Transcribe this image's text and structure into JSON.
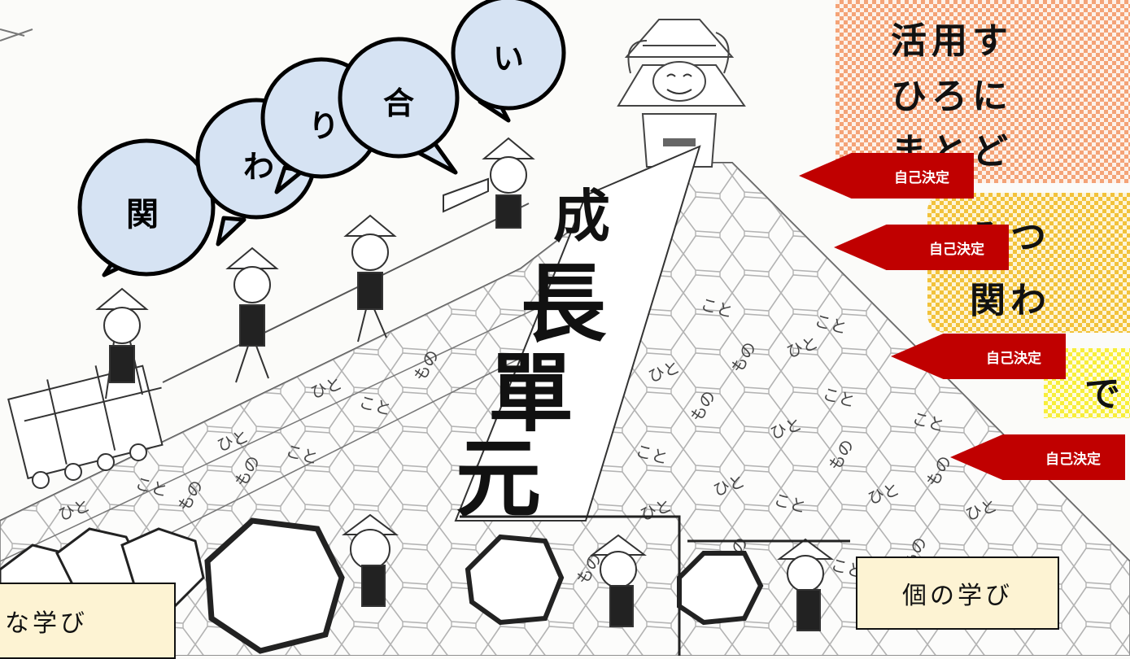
{
  "speech_bubbles": [
    "関",
    "わ",
    "り",
    "合",
    "い"
  ],
  "banner_chars": [
    "成",
    "長",
    "單",
    "元"
  ],
  "stones": [
    "ひと",
    "こと",
    "もの",
    "ひと",
    "こと",
    "もの",
    "ひと",
    "こと",
    "もの",
    "ひと",
    "こと",
    "もの",
    "ひと",
    "こと",
    "もの",
    "ひと",
    "こと",
    "もの",
    "ひと",
    "こと",
    "もの",
    "ひと",
    "こと",
    "もの",
    "ひと",
    "こと",
    "もの",
    "ひと",
    "こと",
    "もの"
  ],
  "panels": {
    "top": [
      "活用す",
      "ひろに",
      "まとど"
    ],
    "middle": [
      "みつ",
      "関わ"
    ],
    "bottom": [
      "で"
    ]
  },
  "tags": [
    "自己決定",
    "自己決定",
    "自己決定",
    "自己決定"
  ],
  "labels": {
    "left": "な学び",
    "right": "個の学び"
  }
}
